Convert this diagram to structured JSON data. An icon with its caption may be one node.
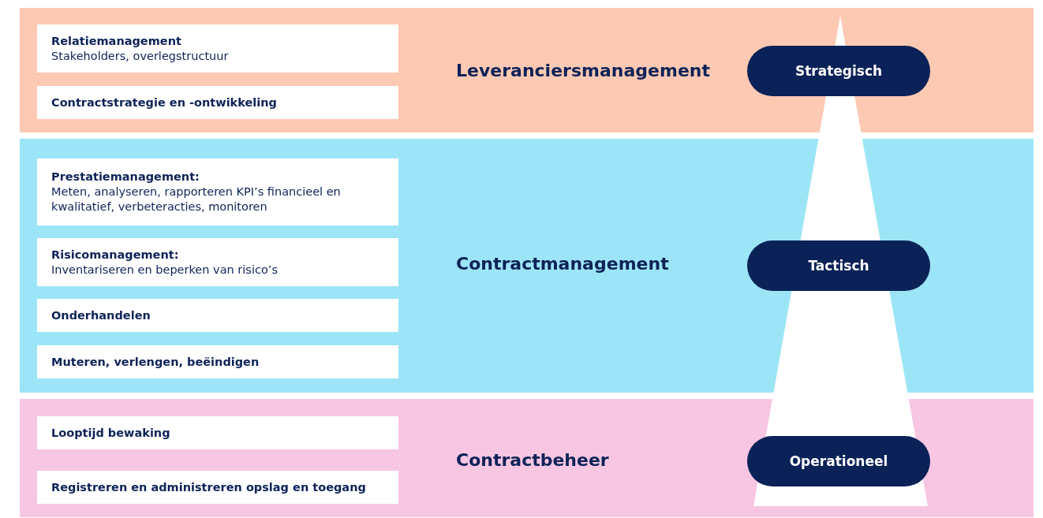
{
  "diagram": {
    "nodes": [
      {
        "text": [
          "Leveranciersmanagement"
        ]
      },
      {
        "text": [
          "Relatiemanagement",
          "Stakeholders, overlegstructuur"
        ],
        "in": 0
      },
      {
        "text": [
          "Contractstrategie en -ontwikkeling"
        ],
        "in": 0
      },
      {
        "text": [
          "Strategisch"
        ],
        "in": 0
      },
      {
        "text": [
          "Contractmanagement"
        ]
      },
      {
        "text": [
          "Prestatiemanagement:",
          "Meten, analyseren, rapporteren KPI’s financieel en kwalitatief, verbeteracties, monitoren"
        ],
        "in": 4
      },
      {
        "text": [
          "Risicomanagement:",
          "Inventariseren en beperken van risico’s"
        ],
        "in": 4
      },
      {
        "text": [
          "Onderhandelen"
        ],
        "in": 4
      },
      {
        "text": [
          "Muteren, verlengen, beëindigen"
        ],
        "in": 4
      },
      {
        "text": [
          "Tactisch"
        ],
        "in": 4
      },
      {
        "text": [
          "Contractbeheer"
        ]
      },
      {
        "text": [
          "Looptijd bewaking"
        ],
        "in": 10
      },
      {
        "text": [
          "Registreren en administreren opslag en toegang"
        ],
        "in": 10
      },
      {
        "text": [
          "Operationeel"
        ],
        "in": 10
      }
    ]
  }
}
